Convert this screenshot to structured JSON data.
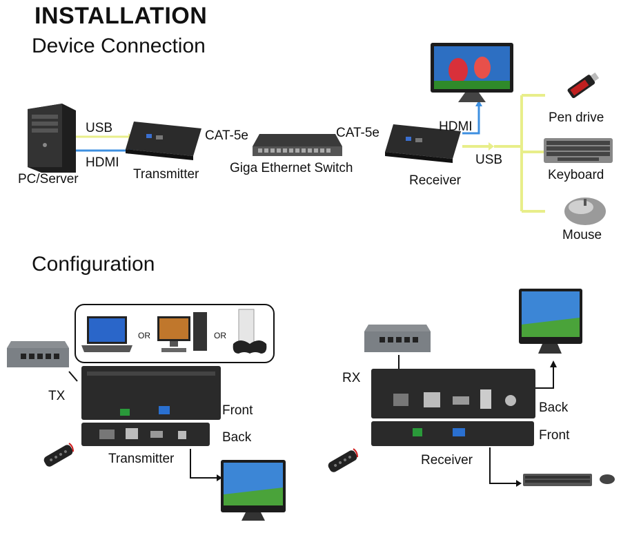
{
  "titles": {
    "main": "INSTALLATION",
    "device_connection": "Device Connection",
    "configuration": "Configuration"
  },
  "connection": {
    "pc": "PC/Server",
    "usb_left": "USB",
    "hdmi_left": "HDMI",
    "transmitter": "Transmitter",
    "cat5e_left": "CAT-5e",
    "switch": "Giga Ethernet Switch",
    "cat5e_right": "CAT-5e",
    "receiver": "Receiver",
    "hdmi_right": "HDMI",
    "usb_right": "USB",
    "pen_drive": "Pen drive",
    "keyboard": "Keyboard",
    "mouse": "Mouse"
  },
  "config": {
    "or1": "OR",
    "or2": "OR",
    "tx": "TX",
    "front_left": "Front",
    "back_left": "Back",
    "transmitter": "Transmitter",
    "rx": "RX",
    "back_right": "Back",
    "front_right": "Front",
    "receiver": "Receiver"
  },
  "colors": {
    "usb_line": "#e8ee8a",
    "hdmi_line": "#3d8fe0",
    "device_body": "#2a2a2a"
  }
}
